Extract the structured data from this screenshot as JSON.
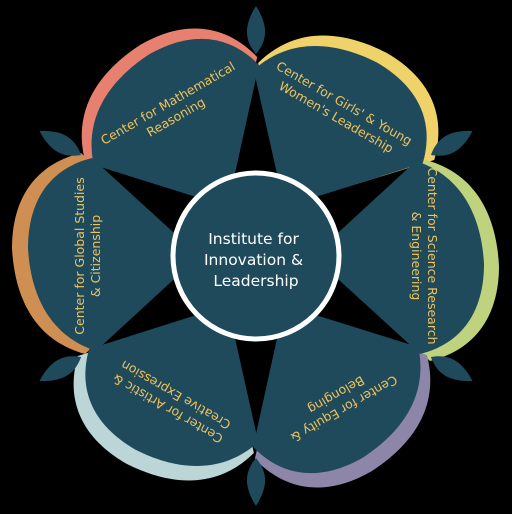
{
  "center": {
    "lines": [
      "Institute for",
      "Innovation &",
      "Leadership"
    ]
  },
  "petals": [
    {
      "lines": [
        "Center for Mathematical",
        "Reasoning"
      ],
      "rim_color": "#e8806f"
    },
    {
      "lines": [
        "Center for Girls' & Young",
        "Women's Leadership"
      ],
      "rim_color": "#efd26a"
    },
    {
      "lines": [
        "Center for Science Research",
        "& Engineering"
      ],
      "rim_color": "#bfd27d"
    },
    {
      "lines": [
        "Center for Equity &",
        "Belonging"
      ],
      "rim_color": "#8d86a8"
    },
    {
      "lines": [
        "Center for Artistic &",
        "Creative Expression"
      ],
      "rim_color": "#bcd6d7"
    },
    {
      "lines": [
        "Center for Global Studies",
        "& Citizenship"
      ],
      "rim_color": "#cf8f52"
    }
  ],
  "colors": {
    "petal_fill": "#1f4a5c",
    "leaf_fill": "#1f4a5c",
    "center_fill": "#1f4a5c",
    "center_ring": "#ffffff",
    "petal_text": "#f0c35b",
    "center_text": "#ffffff"
  }
}
